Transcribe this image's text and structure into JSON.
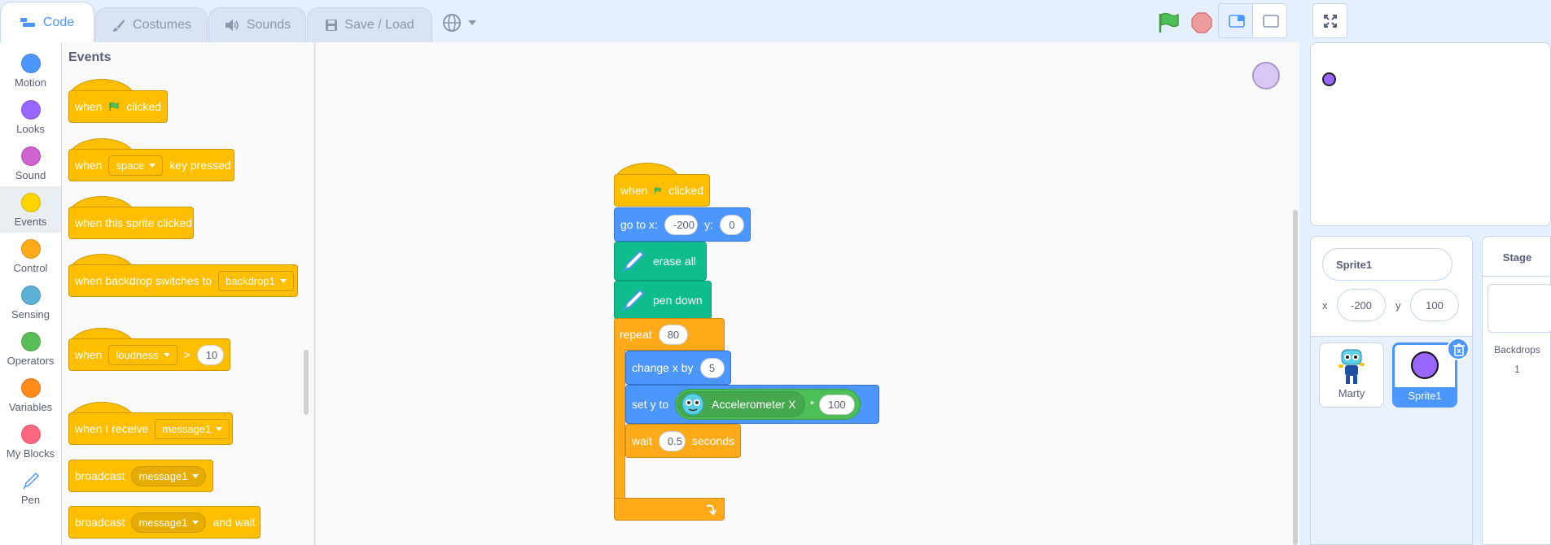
{
  "tabs": [
    {
      "label": "Code"
    },
    {
      "label": "Costumes"
    },
    {
      "label": "Sounds"
    },
    {
      "label": "Save / Load"
    }
  ],
  "categories": [
    {
      "label": "Motion",
      "color": "#4c97ff"
    },
    {
      "label": "Looks",
      "color": "#9966ff"
    },
    {
      "label": "Sound",
      "color": "#cf63cf"
    },
    {
      "label": "Events",
      "color": "#ffd500"
    },
    {
      "label": "Control",
      "color": "#ffab19"
    },
    {
      "label": "Sensing",
      "color": "#5cb1d6"
    },
    {
      "label": "Operators",
      "color": "#59c059"
    },
    {
      "label": "Variables",
      "color": "#ff8c1a"
    },
    {
      "label": "My Blocks",
      "color": "#ff6680"
    },
    {
      "label": "Pen",
      "color": "#0fbd8c"
    }
  ],
  "palette": {
    "heading": "Events",
    "b1": {
      "when": "when",
      "clicked": "clicked"
    },
    "b2": {
      "when": "when",
      "key": "space",
      "suffix": "key pressed"
    },
    "b3": {
      "label": "when this sprite clicked"
    },
    "b4": {
      "label": "when backdrop switches to",
      "value": "backdrop1"
    },
    "b5": {
      "when": "when",
      "value": "loudness",
      "op": ">",
      "num": "10"
    },
    "b6": {
      "label": "when I receive",
      "value": "message1"
    },
    "b7": {
      "label": "broadcast",
      "value": "message1"
    },
    "b8": {
      "label": "broadcast",
      "value": "message1",
      "suffix": "and wait"
    }
  },
  "script": {
    "hat": {
      "when": "when",
      "clicked": "clicked"
    },
    "goto": {
      "label": "go to x:",
      "x": "-200",
      "ylabel": "y:",
      "y": "0"
    },
    "erase": {
      "label": "erase all"
    },
    "pendown": {
      "label": "pen down"
    },
    "repeat": {
      "label": "repeat",
      "count": "80"
    },
    "changex": {
      "label": "change x by",
      "value": "5"
    },
    "sety": {
      "label": "set y to",
      "sensor": "Accelerometer X",
      "op": "*",
      "mult": "100"
    },
    "wait": {
      "label": "wait",
      "value": "0.5",
      "suffix": "seconds"
    }
  },
  "sprite_info": {
    "name": "Sprite1",
    "x_label": "x",
    "x": "-200",
    "y_label": "y",
    "y": "100"
  },
  "sprites": [
    {
      "name": "Marty"
    },
    {
      "name": "Sprite1"
    }
  ],
  "stage_panel": {
    "title": "Stage",
    "backdrops_label": "Backdrops",
    "backdrops_count": "1"
  }
}
